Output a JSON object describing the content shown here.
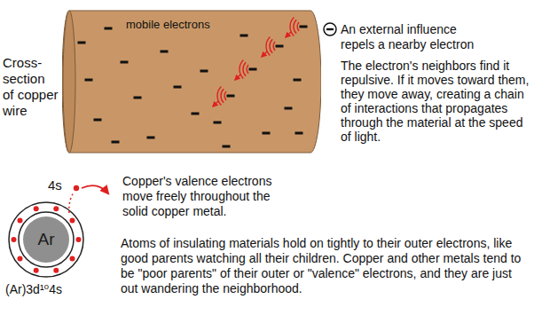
{
  "diagram": {
    "nodes": [
      {
        "text": [
          "mobile electrons"
        ]
      },
      {
        "text": [
          "Ar"
        ]
      }
    ],
    "labels": [
      "Cross-section of copper wire",
      "An external influence repels a nearby electron",
      "The electron's neighbors find it repulsive. If it moves toward them, they move away, creating a chain of interactions that propagates through the material at the speed of light.",
      "4s",
      "Copper's valence electrons move freely throughout the solid copper metal.",
      "(Ar)3d¹⁰4s",
      "Atoms of insulating materials hold on tightly to their outer electrons, like good parents watching all their children. Copper and other metals tend to be \"poor parents\" of their outer or \"valence\" electrons, and they are just out wandering the neighborhood."
    ]
  }
}
